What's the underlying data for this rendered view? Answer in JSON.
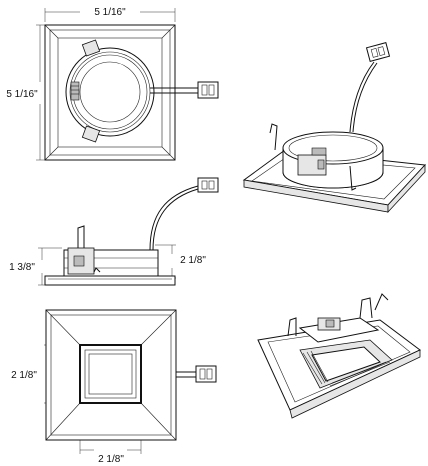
{
  "dimensions": {
    "top_width": "5 1/16\"",
    "top_height": "5 1/16\"",
    "side_height": "1 3/8\"",
    "side_depth": "2 1/8\"",
    "aperture_height": "2 1/8\"",
    "aperture_width": "2 1/8\""
  }
}
